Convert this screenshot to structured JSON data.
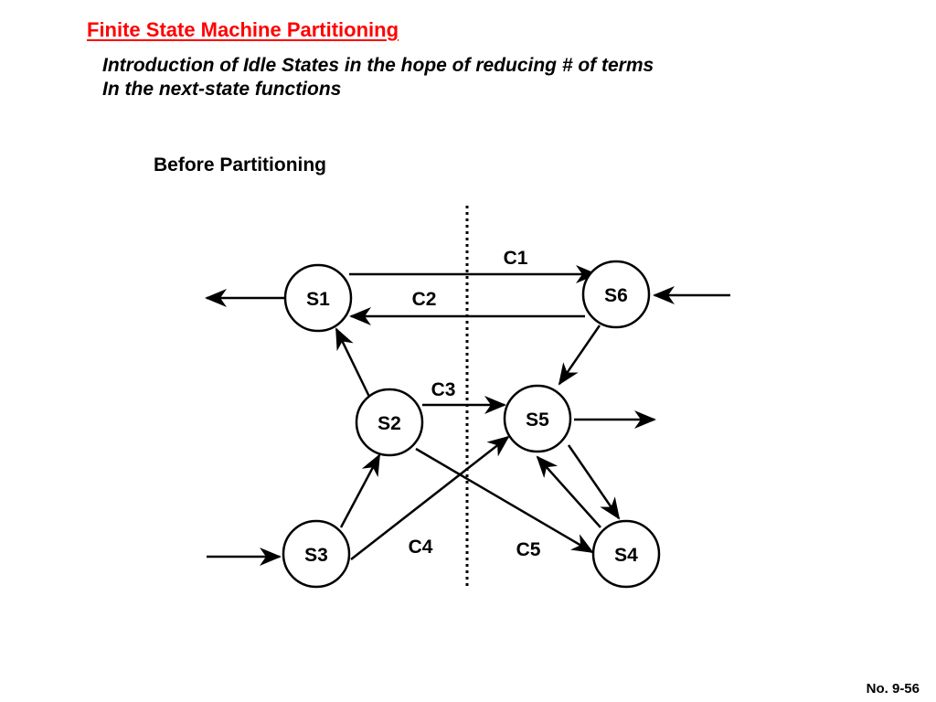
{
  "slide": {
    "title": "Finite State Machine Partitioning",
    "subtitle_lines": [
      "Introduction of Idle States in the hope of reducing # of terms",
      "In the next-state functions"
    ],
    "section_heading": "Before Partitioning",
    "page_number": "No. 9-56"
  },
  "diagram": {
    "states": [
      "S1",
      "S2",
      "S3",
      "S4",
      "S5",
      "S6"
    ],
    "conditions": [
      "C1",
      "C2",
      "C3",
      "C4",
      "C5"
    ],
    "transitions": [
      {
        "from": "S1",
        "to": "S6",
        "label": "C1"
      },
      {
        "from": "S6",
        "to": "S1",
        "label": "C2"
      },
      {
        "from": "S2",
        "to": "S5",
        "label": "C3"
      },
      {
        "from": "S3",
        "to": "S5",
        "label": "C4"
      },
      {
        "from": "S2",
        "to": "S4",
        "label": "C5"
      },
      {
        "from": "S2",
        "to": "S1",
        "label": ""
      },
      {
        "from": "S3",
        "to": "S2",
        "label": ""
      },
      {
        "from": "S6",
        "to": "S5",
        "label": ""
      },
      {
        "from": "S5",
        "to": "S4",
        "label": ""
      },
      {
        "from": "S4",
        "to": "S5",
        "label": ""
      }
    ],
    "external_inputs": [
      "S6",
      "S3"
    ],
    "external_outputs": [
      "S1",
      "S5"
    ]
  }
}
